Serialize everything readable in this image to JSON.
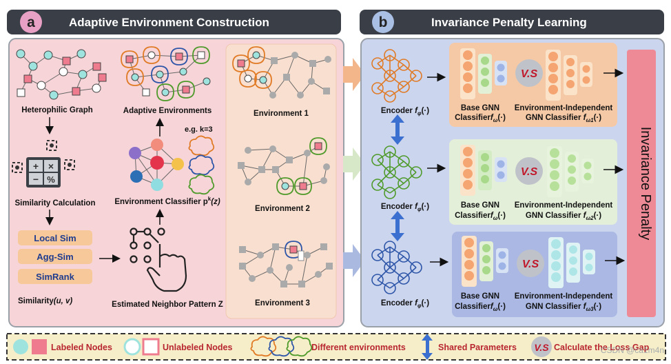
{
  "panel_a": {
    "badge": "a",
    "title": "Adaptive Environment Construction",
    "heterophilic_graph": "Heterophilic Graph",
    "adaptive_environments": "Adaptive Environments",
    "k_note": "e.g. k=3",
    "similarity_calculation": "Similarity Calculation",
    "environment_classifier": "Environment Classifier p",
    "environment_classifier_sup": "k",
    "environment_classifier_arg": "(z)",
    "sim_methods": [
      "Local Sim",
      "Agg-Sim",
      "SimRank"
    ],
    "similarity": "Similarity",
    "similarity_args": "(u, v)",
    "estimated_pattern": "Estimated Neighbor Pattern Z",
    "environments": [
      "Environment 1",
      "Environment 2",
      "Environment 3"
    ]
  },
  "panel_b": {
    "badge": "b",
    "title": "Invariance Penalty Learning",
    "encoder_label": "Encoder",
    "encoder_fn": "f",
    "encoder_sub": "φ",
    "encoder_arg": "(·)",
    "base_line1": "Base GNN",
    "base_line2": "Classifier",
    "base_fn": "f",
    "base_sub": "ω",
    "base_arg": "(·)",
    "indep_line1": "Environment-Independent",
    "indep_line2": "GNN Classifier",
    "indep_fn": "f",
    "indep_subs": [
      "ω1",
      "ω2",
      "ω3"
    ],
    "indep_arg": "(·)",
    "vs": "V.S",
    "penalty": "Invariance Penalty"
  },
  "legend": {
    "labeled": "Labeled Nodes",
    "unlabeled": "Unlabeled Nodes",
    "environments": "Different environments",
    "shared": "Shared Parameters",
    "vs": "V.S",
    "loss_gap": "Calculate the Loss Gap"
  },
  "watermark": "CSDN @ca1m4n",
  "colors": {
    "header_bg": "#3a3f47",
    "panel_a_bg": "#f8d6d9",
    "panel_b_bg": "#cdd6ee",
    "labeled_node": "#9fe3df",
    "labeled_square": "#ee7b8e",
    "env_orange": "#e07a25",
    "env_green": "#4e9a2a",
    "env_blue": "#2d55a8",
    "penalty_bar": "#ee8a96",
    "vs_text": "#c0172b"
  }
}
